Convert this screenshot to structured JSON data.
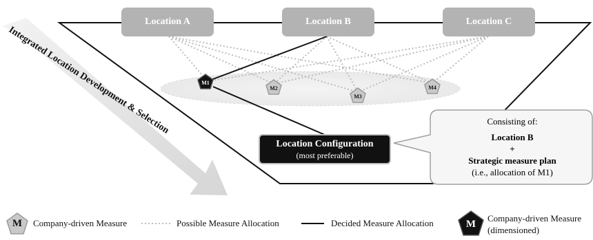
{
  "locations": [
    {
      "label": "Location A"
    },
    {
      "label": "Location B"
    },
    {
      "label": "Location C"
    }
  ],
  "measures": [
    "M1",
    "M2",
    "M3",
    "M4"
  ],
  "diagonal_label": "Integrated Location Development & Selection",
  "configuration": {
    "title": "Location Configuration",
    "subtitle": "(most preferable)"
  },
  "callout": {
    "line1": "Consisting of:",
    "line2": "Location B",
    "line3": "+",
    "line4": "Strategic measure plan",
    "line5": "(i.e., allocation of M1)"
  },
  "legend": {
    "measure_symbol": "M",
    "measure_label": "Company-driven Measure",
    "possible_label": "Possible Measure Allocation",
    "decided_label": "Decided Measure Allocation",
    "dimensioned_symbol": "M",
    "dimensioned_label_line1": "Company-driven Measure",
    "dimensioned_label_line2": "(dimensioned)"
  },
  "colors": {
    "location_fill": "#b3b3b3",
    "measure_fill": "#c9c9c9",
    "decided_fill": "#111111",
    "possible_line": "#bdbdbd",
    "arrow_fill": "#e3e3e3"
  }
}
